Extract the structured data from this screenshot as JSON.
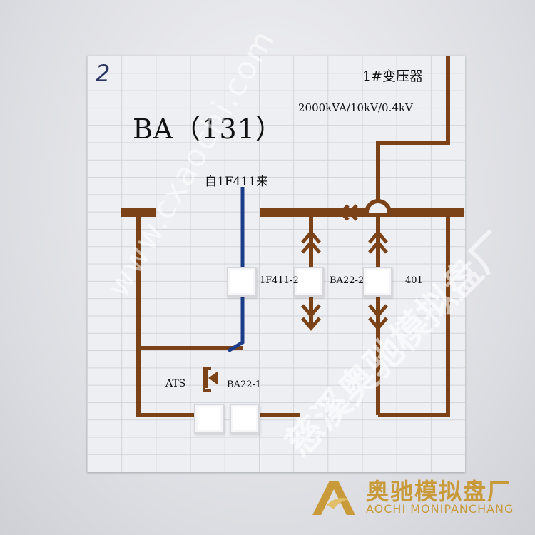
{
  "board": {
    "number_mark": "2",
    "title": "BA（131）",
    "transformer_name": "1#变压器",
    "transformer_spec": "2000kVA/10kV/0.4kV",
    "source_label": "自1F411来",
    "labels": {
      "switch_1f4112": "1F411-2",
      "switch_ba222": "BA22-2",
      "switch_401": "401",
      "ats": "ATS",
      "switch_ba221": "BA22-1"
    },
    "colors": {
      "bus": "#7a4216",
      "feeder": "#1c3c8a",
      "tile": "#eeeff3"
    }
  },
  "watermark": {
    "url": "www.cxaochi.com",
    "cn": "慈溪奥驰模拟盘厂"
  },
  "logo": {
    "cn": "奥驰模拟盘厂",
    "en": "AOCHI MONIPANCHANG"
  }
}
